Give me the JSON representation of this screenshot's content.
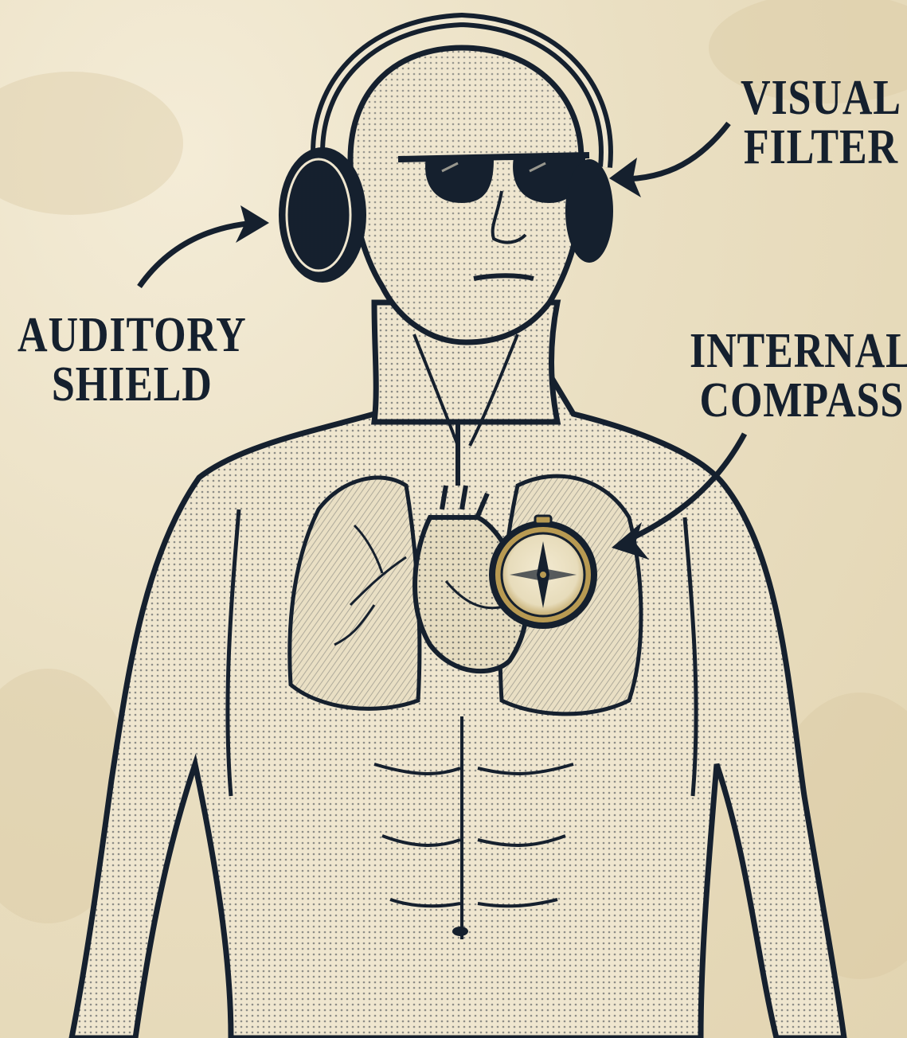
{
  "labels": {
    "visual_filter": [
      "VISUAL",
      "FILTER"
    ],
    "auditory_shield": [
      "AUDITORY",
      "SHIELD"
    ],
    "internal_compass": [
      "INTERNAL",
      "COMPASS"
    ]
  },
  "colors": {
    "ink": "#15202e",
    "paper": "#efe6cf",
    "stain": "#d8c79f",
    "brass": "#b89a52"
  },
  "icons": {
    "headphones": "headphones-icon",
    "sunglasses": "sunglasses-icon",
    "compass": "compass-icon",
    "heart": "heart-icon"
  }
}
